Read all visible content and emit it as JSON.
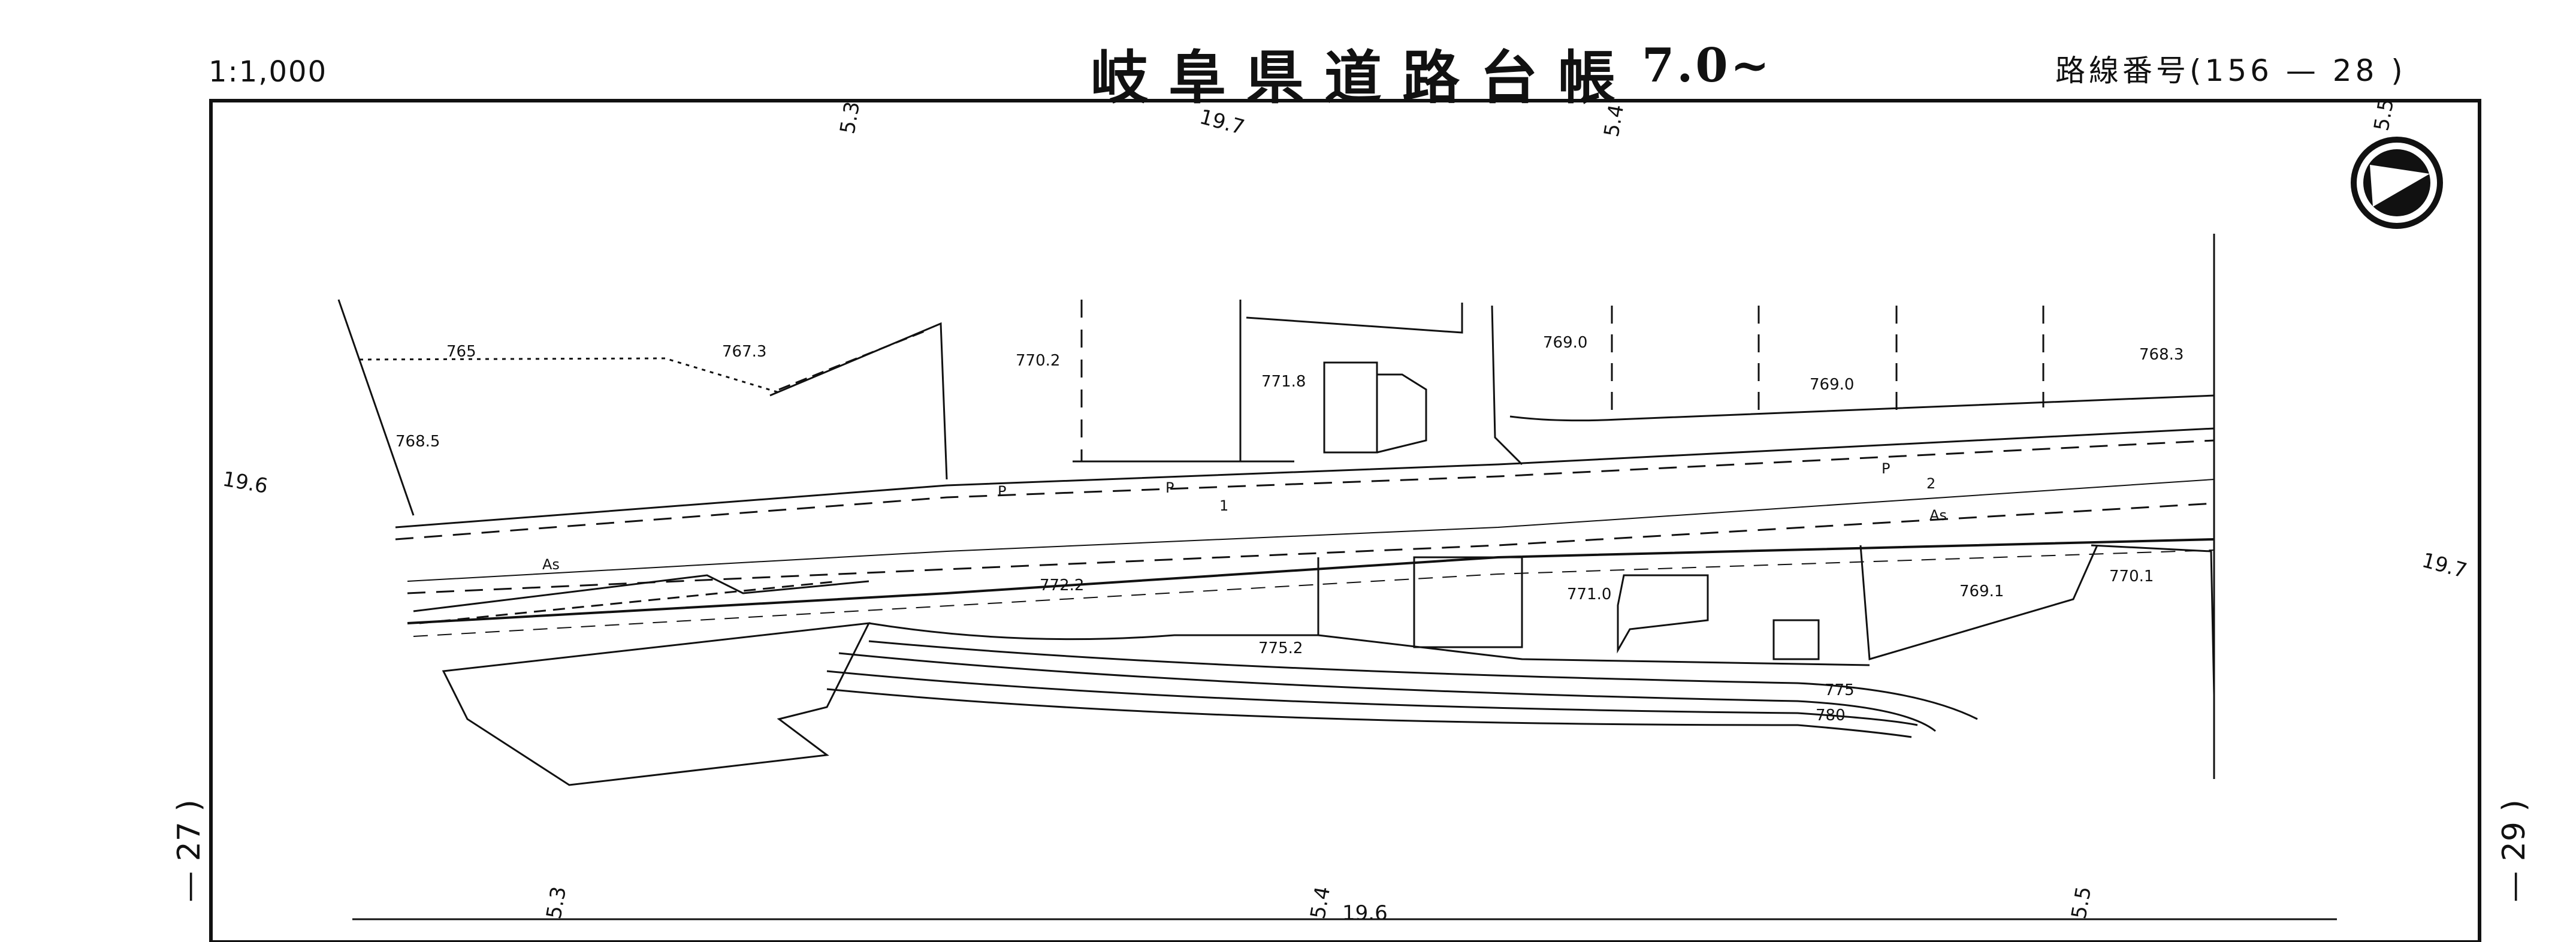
{
  "header": {
    "scale": "1:1,000",
    "title": "岐阜県道路台帳",
    "period": "7.0~",
    "route_label": "路線番号(",
    "route_number": "156",
    "route_dash": "—",
    "route_sheet": "28",
    "route_close": ")"
  },
  "side": {
    "left_sheet": "— 27 )",
    "right_sheet": "— 29 )"
  },
  "edge_marks": {
    "top": [
      "5.3",
      "19.7",
      "5.4",
      "5.5"
    ],
    "left": "19.6",
    "right": "19.7",
    "bottom": [
      "5.3",
      "5.4",
      "19.6",
      "5.5"
    ]
  },
  "elevations": [
    "765",
    "767.3",
    "770.2",
    "771.8",
    "769.0",
    "769.0",
    "768.3",
    "768.5",
    "772.2",
    "775.2",
    "771.0",
    "769.1",
    "770.1",
    "775",
    "780"
  ],
  "road_labels": {
    "as": [
      "As",
      "As"
    ],
    "p": [
      "P",
      "P",
      "P"
    ],
    "numbers": [
      "1",
      "2"
    ]
  }
}
